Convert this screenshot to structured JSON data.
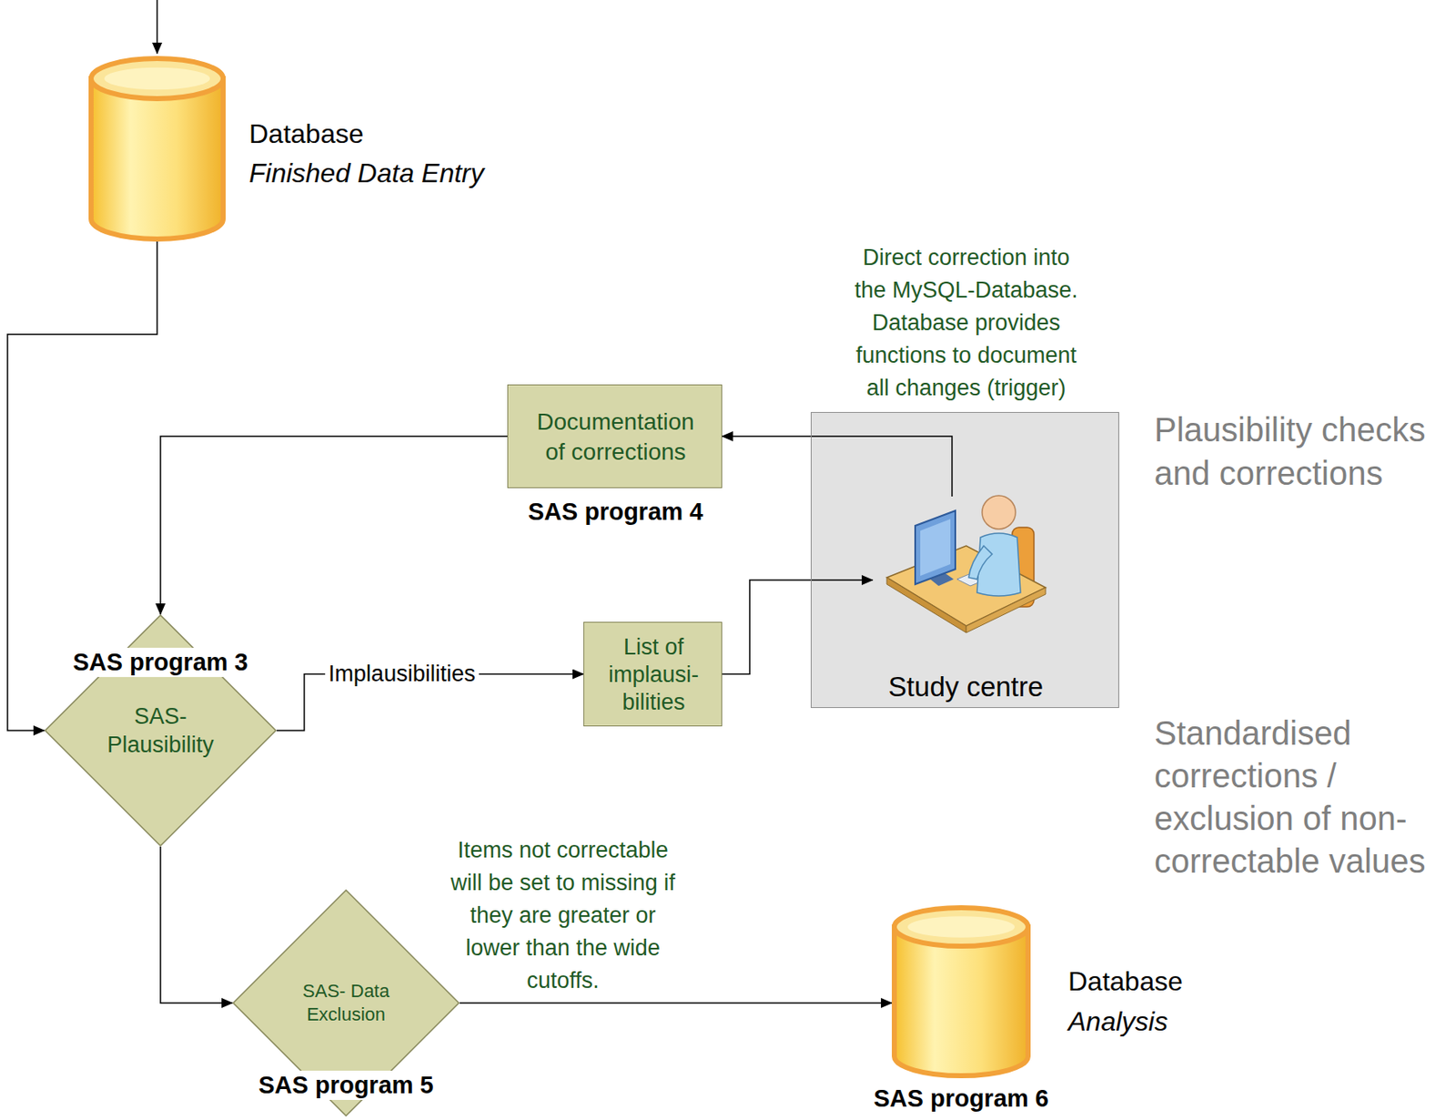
{
  "diagram": {
    "nodes": [
      {
        "text": [
          "Database",
          "Finished Data Entry"
        ]
      },
      {
        "text": [
          "Documentation of corrections",
          "SAS program 4"
        ]
      },
      {
        "text": [
          "Study centre"
        ]
      },
      {
        "text": [
          "SAS program 3",
          "SAS- Plausibility"
        ]
      },
      {
        "text": [
          "List of implausi- bilities"
        ]
      },
      {
        "text": [
          "SAS- Data Exclusion",
          "SAS program 5"
        ]
      },
      {
        "text": [
          "Database",
          "Analysis",
          "SAS program 6"
        ]
      }
    ],
    "edges": [
      {
        "from": 0,
        "to": 3,
        "arrow": "to"
      },
      {
        "from": 3,
        "to": 4,
        "label": "Implausibilities",
        "arrow": "to"
      },
      {
        "from": 4,
        "to": 2,
        "arrow": "to"
      },
      {
        "from": 2,
        "to": 1,
        "arrow": "to"
      },
      {
        "from": 1,
        "to": 3,
        "arrow": "to"
      },
      {
        "from": 3,
        "to": 5,
        "arrow": "to"
      },
      {
        "from": 5,
        "to": 6,
        "arrow": "to"
      }
    ],
    "labels": [
      "Direct correction into the MySQL-Database. Database provides functions to document all changes (trigger)",
      "Plausibility checks and corrections",
      "Standardised corrections / exclusion of non- correctable values",
      "Items not correctable will be set to missing if they are greater or lower than the wide cutoffs."
    ]
  }
}
